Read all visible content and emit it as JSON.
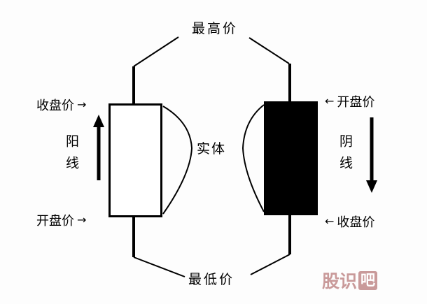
{
  "labels": {
    "highest": "最高价",
    "lowest": "最低价",
    "body": "实体"
  },
  "bullish": {
    "type": "阳线",
    "top": "收盘价",
    "bottom": "开盘价"
  },
  "bearish": {
    "type": "阴线",
    "top": "开盘价",
    "bottom": "收盘价"
  },
  "icons": {
    "arrow_right": "→",
    "arrow_left": "←",
    "up_arrow": "thick-up-arrow",
    "down_arrow": "thick-down-arrow"
  },
  "watermark": {
    "prefix": "股识",
    "boxed": "吧"
  },
  "colors": {
    "ink": "#000000",
    "bullish_fill": "#ffffff",
    "bearish_fill": "#000000",
    "background": "#fdfdfd",
    "watermark": "#c99a9a"
  }
}
